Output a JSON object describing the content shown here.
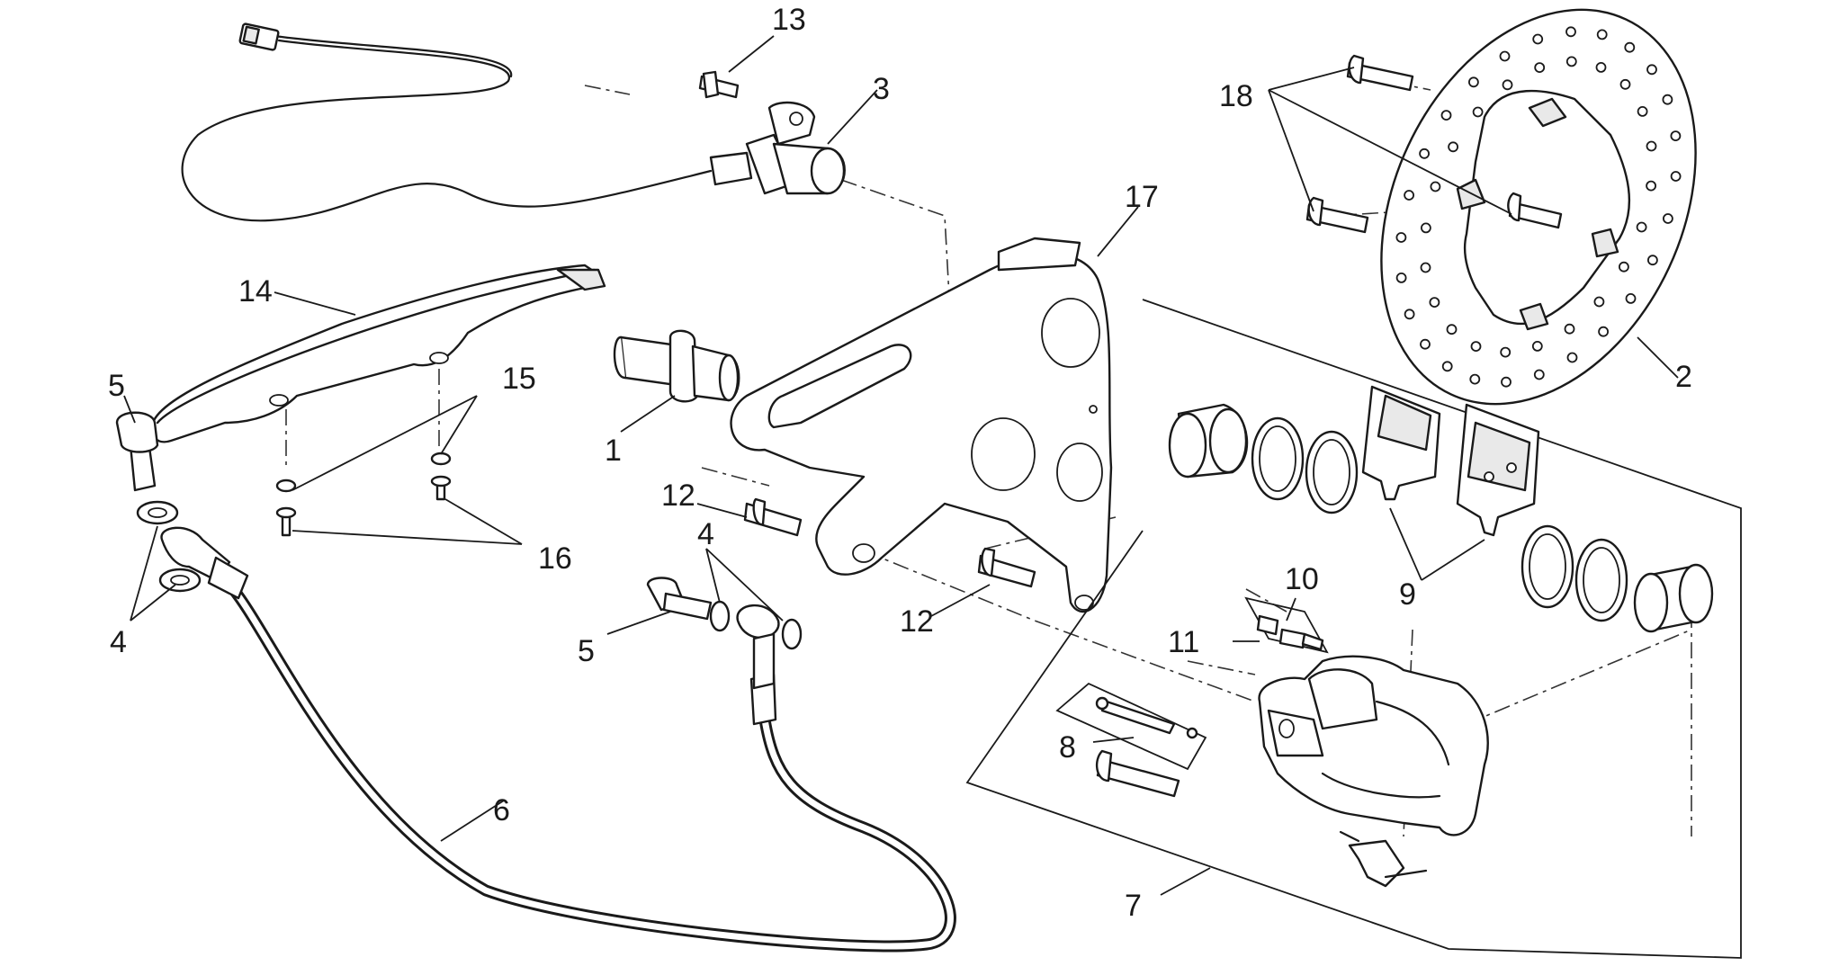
{
  "callouts": [
    {
      "id": "label-1",
      "text": "1"
    },
    {
      "id": "label-2",
      "text": "2"
    },
    {
      "id": "label-3",
      "text": "3"
    },
    {
      "id": "label-4a",
      "text": "4"
    },
    {
      "id": "label-4b",
      "text": "4"
    },
    {
      "id": "label-5a",
      "text": "5"
    },
    {
      "id": "label-5b",
      "text": "5"
    },
    {
      "id": "label-6",
      "text": "6"
    },
    {
      "id": "label-7",
      "text": "7"
    },
    {
      "id": "label-8",
      "text": "8"
    },
    {
      "id": "label-9",
      "text": "9"
    },
    {
      "id": "label-10",
      "text": "10"
    },
    {
      "id": "label-11",
      "text": "11"
    },
    {
      "id": "label-12a",
      "text": "12"
    },
    {
      "id": "label-12b",
      "text": "12"
    },
    {
      "id": "label-13",
      "text": "13"
    },
    {
      "id": "label-14",
      "text": "14"
    },
    {
      "id": "label-15",
      "text": "15"
    },
    {
      "id": "label-16",
      "text": "16"
    },
    {
      "id": "label-17",
      "text": "17"
    },
    {
      "id": "label-18",
      "text": "18"
    }
  ],
  "colors": {
    "line": "#1a1a1a",
    "background": "#ffffff",
    "shade": "#e9e9e9"
  }
}
